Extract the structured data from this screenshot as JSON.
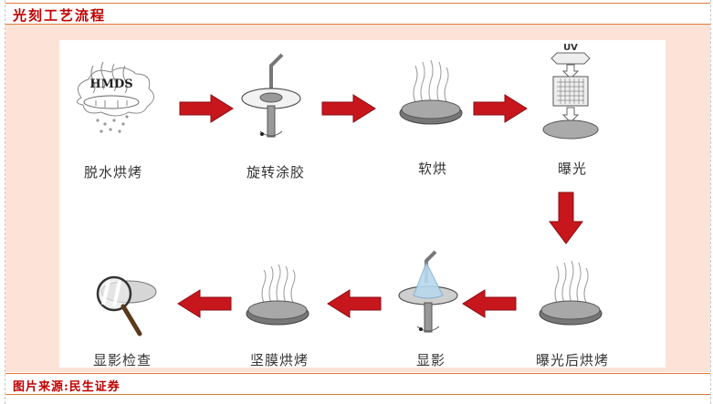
{
  "header": {
    "title": "光刻工艺流程"
  },
  "footer": {
    "source": "图片来源:民生证券"
  },
  "colors": {
    "title_red": "#c00000",
    "border_orange": "#e2793a",
    "panel_pink": "#fde3d7",
    "arrow_red": "#c8161d"
  },
  "diagram": {
    "steps": [
      {
        "id": "dehydration-bake",
        "label": "脱水烘烤",
        "icon_text": "HMDS"
      },
      {
        "id": "spin-coating",
        "label": "旋转涂胶"
      },
      {
        "id": "soft-bake",
        "label": "软烘"
      },
      {
        "id": "exposure",
        "label": "曝光",
        "icon_text": "UV"
      },
      {
        "id": "post-exposure-bake",
        "label": "曝光后烘烤"
      },
      {
        "id": "development",
        "label": "显影"
      },
      {
        "id": "hard-bake",
        "label": "坚膜烘烤"
      },
      {
        "id": "inspection",
        "label": "显影检查"
      }
    ],
    "flow": [
      "right",
      "right",
      "right",
      "down",
      "left",
      "left",
      "left"
    ]
  }
}
